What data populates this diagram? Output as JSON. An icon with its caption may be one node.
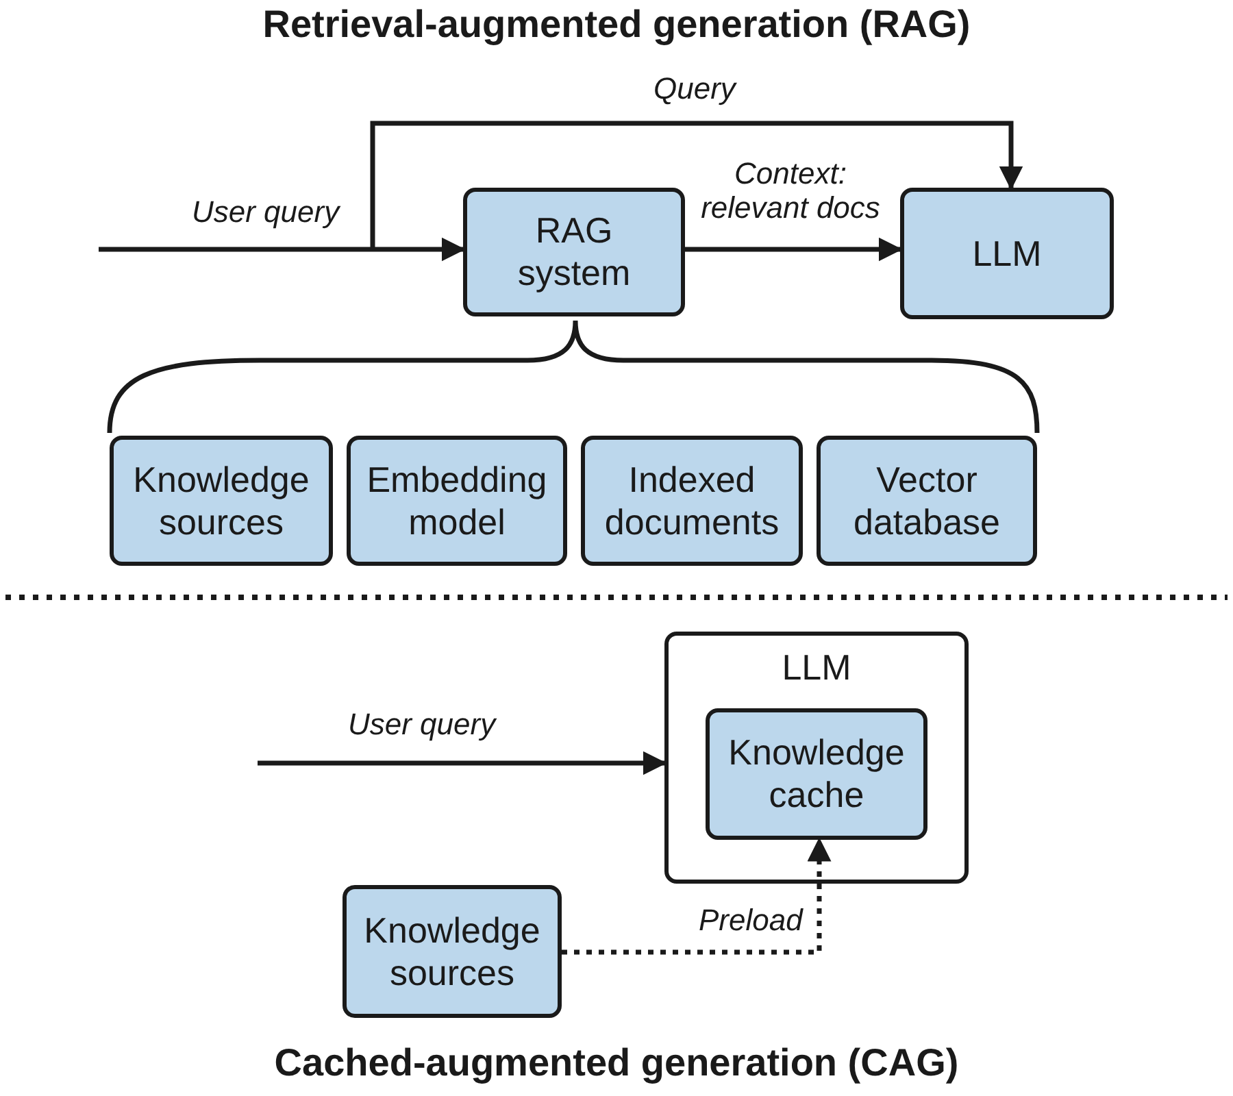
{
  "diagram": {
    "title": "Retrieval-augmented generation (RAG)",
    "caption": "Cached-augmented generation (CAG)",
    "nodes": [
      {
        "text": [
          "RAG system"
        ]
      },
      {
        "text": [
          "LLM"
        ]
      },
      {
        "text": [
          "Knowledge sources"
        ]
      },
      {
        "text": [
          "Embedding model"
        ]
      },
      {
        "text": [
          "Indexed documents"
        ]
      },
      {
        "text": [
          "Vector database"
        ]
      },
      {
        "text": [
          "LLM"
        ]
      },
      {
        "text": [
          "Knowledge cache"
        ],
        "in": 6
      },
      {
        "text": [
          "Knowledge sources"
        ]
      }
    ],
    "edges": [
      {
        "from": null,
        "to": 0,
        "arrow": "to",
        "label": "User query"
      },
      {
        "from": null,
        "to": 1,
        "arrow": "to",
        "label": "Query"
      },
      {
        "from": 0,
        "to": 1,
        "arrow": "to",
        "label": "Context: relevant docs"
      },
      {
        "from": null,
        "to": 6,
        "arrow": "to",
        "label": "User query"
      },
      {
        "from": 8,
        "to": 7,
        "arrow": "to",
        "label": "Preload",
        "style": "dashed"
      }
    ]
  }
}
